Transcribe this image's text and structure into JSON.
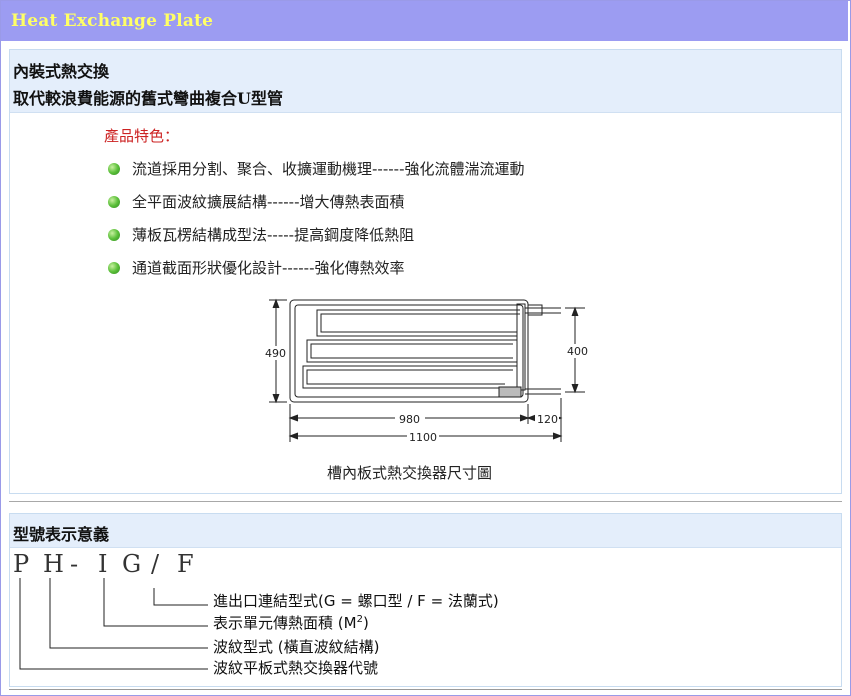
{
  "header": {
    "title": "Heat Exchange Plate"
  },
  "intro": {
    "heading1": "內裝式熱交換",
    "heading2": "取代較浪費能源的舊式彎曲複合U型管"
  },
  "features": {
    "title": "產品特色：",
    "items": [
      "流道採用分割、聚合、收擴運動機理------強化流體湍流運動",
      "全平面波紋擴展結構------增大傳熱表面積",
      "薄板瓦楞結構成型法-----提高鋼度降低熱阻",
      "通道截面形狀優化設計------強化傳熱效率"
    ]
  },
  "diagram": {
    "caption": "槽內板式熱交換器尺寸圖",
    "dims": {
      "height_left": "490",
      "height_right": "400",
      "width_inner": "980",
      "width_pipe": "120",
      "width_total": "1100"
    }
  },
  "model": {
    "heading": "型號表示意義",
    "code_chars": [
      "P",
      "H",
      "-",
      "I",
      "G",
      "/",
      "F"
    ],
    "lines": [
      {
        "text": "進出口連結型式(G = 螺口型 / F = 法蘭式)"
      },
      {
        "text": "表示單元傳熱面積 (M",
        "sup": "2",
        "tail": ")"
      },
      {
        "text": "波紋型式 (橫直波紋結構)"
      },
      {
        "text": "波紋平板式熱交換器代號"
      }
    ]
  },
  "colors": {
    "title_bar": "#9c9cf2",
    "title_text": "#ffff66",
    "panel_head": "#e4eefb",
    "feature_title": "#cc2222",
    "bullet": "#5cc03a"
  }
}
